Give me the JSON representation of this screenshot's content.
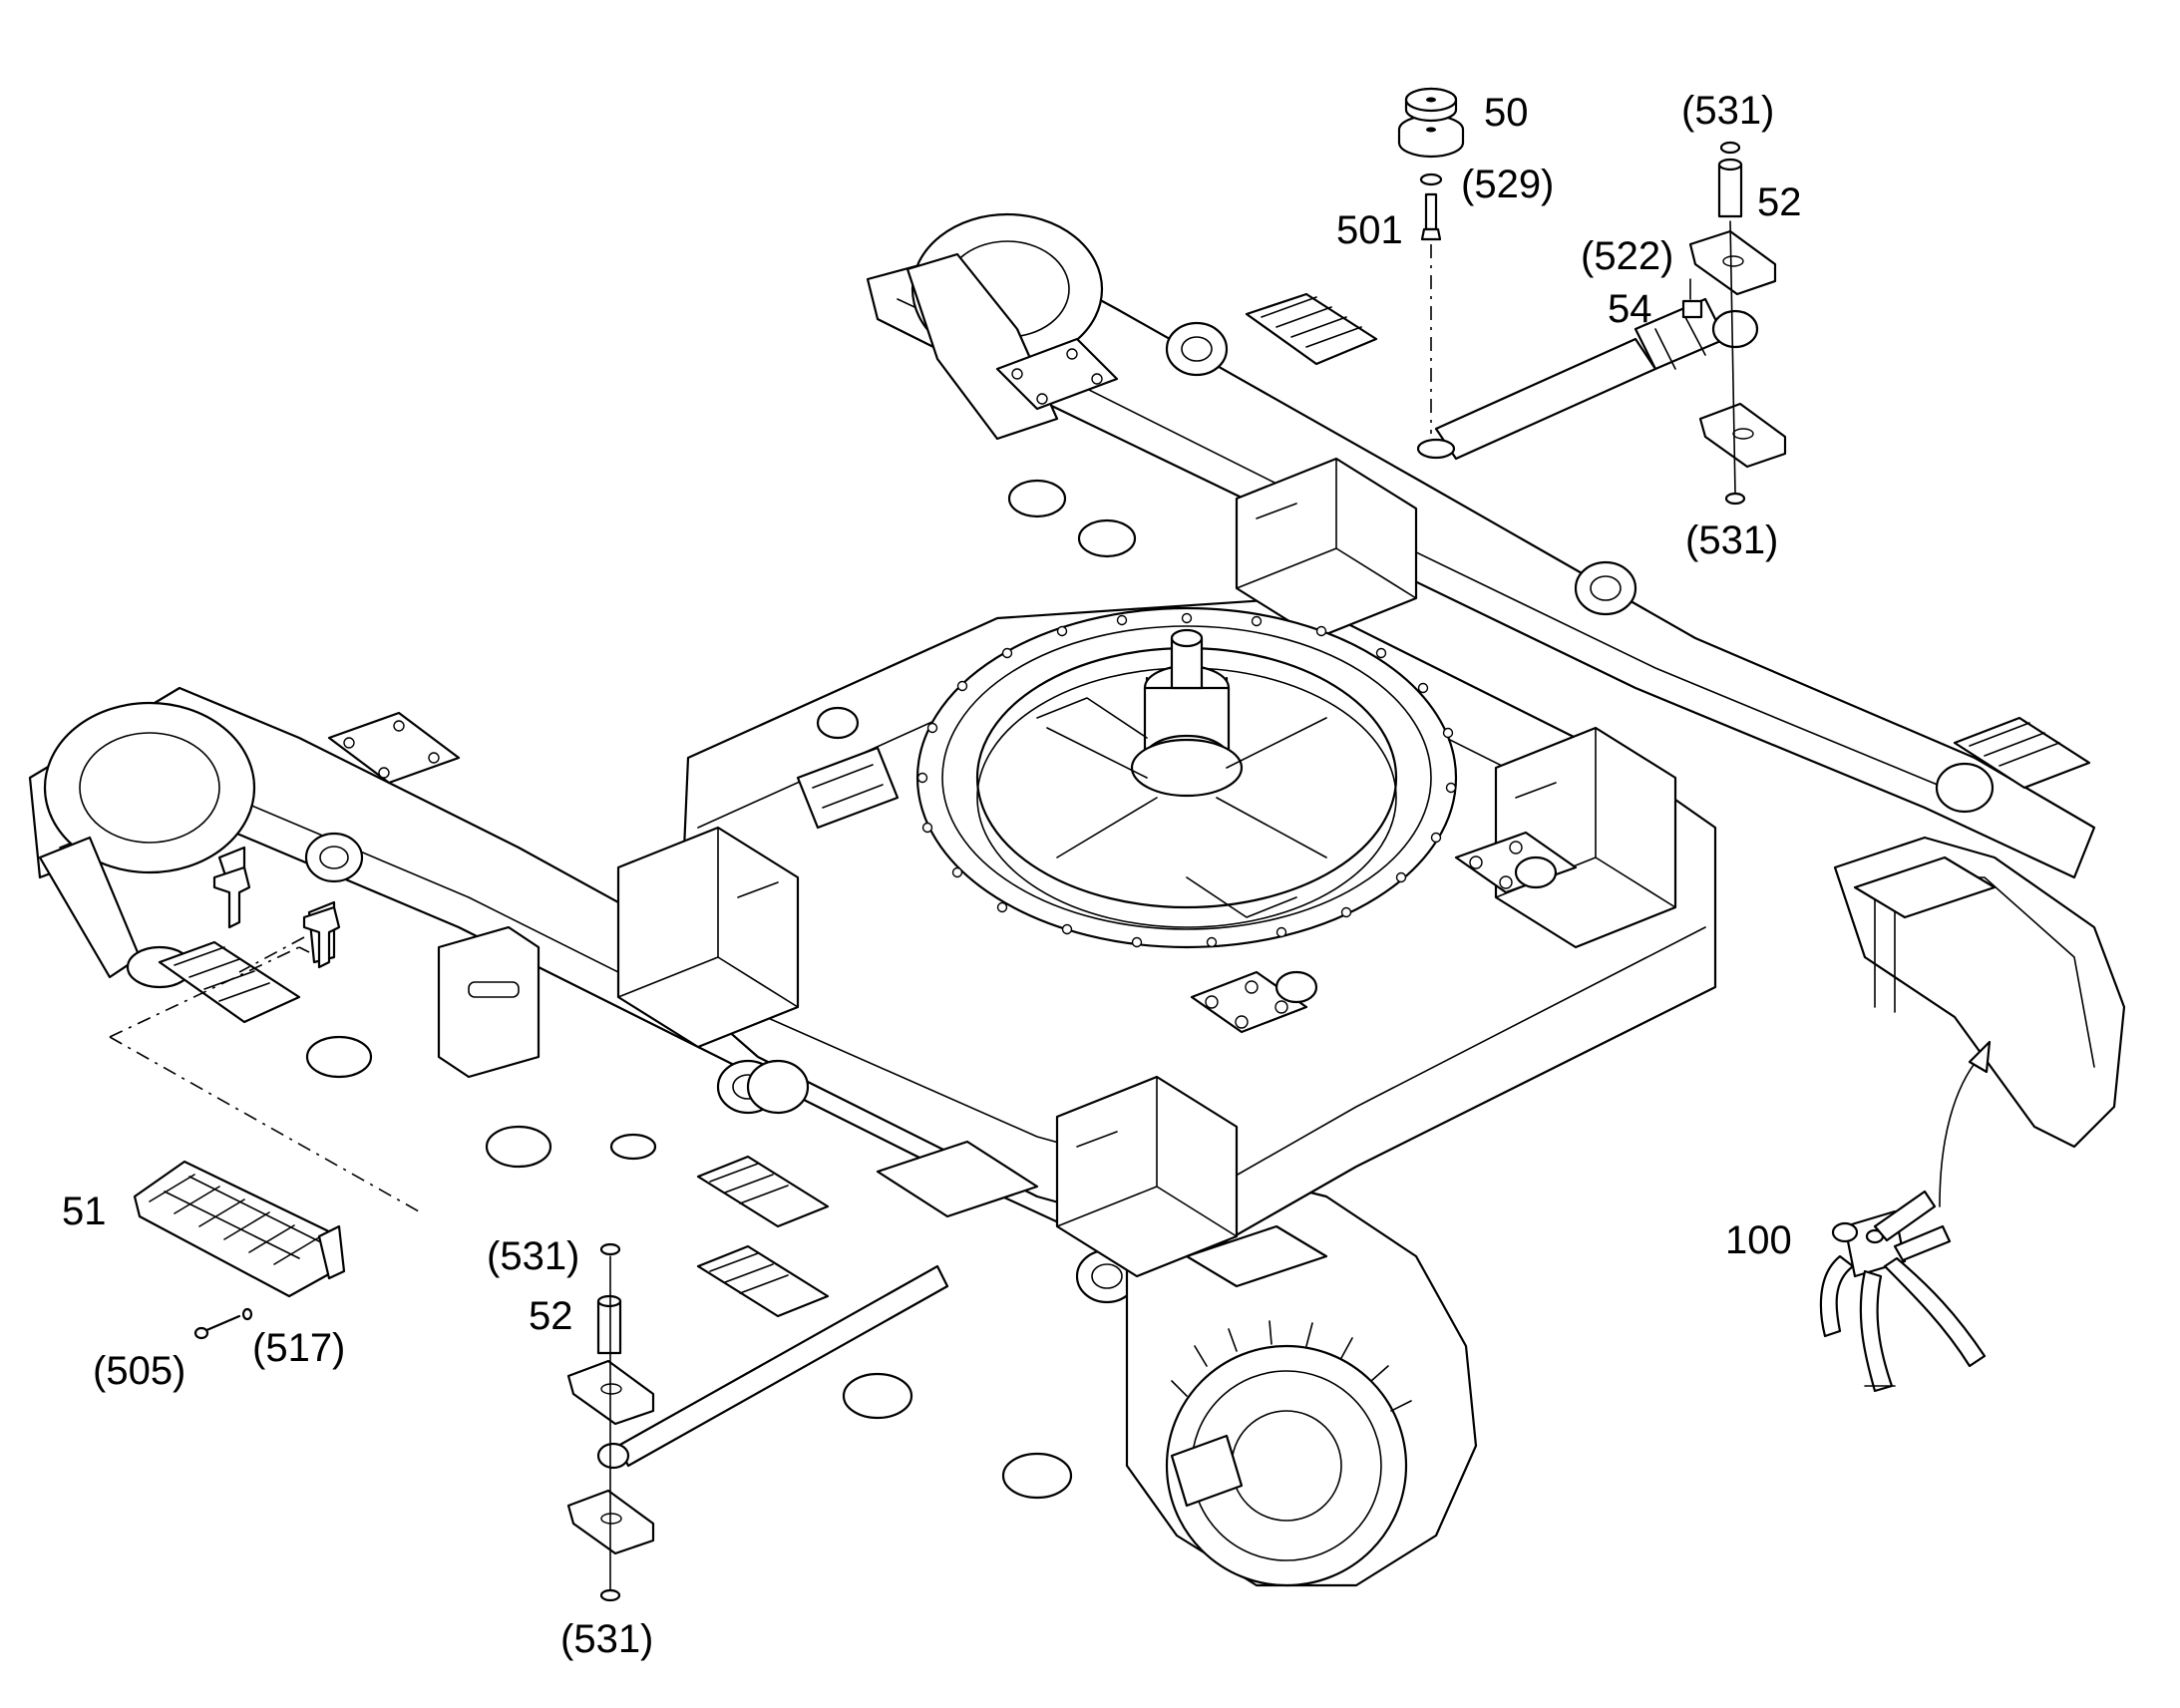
{
  "colors": {
    "ink": "#000000",
    "paper": "#ffffff"
  },
  "callouts": {
    "c50": "50",
    "c529": "(529)",
    "c501": "501",
    "c531_top": "(531)",
    "c52_top": "52",
    "c522": "(522)",
    "c54": "54",
    "c531_right": "(531)",
    "c51": "51",
    "c505": "(505)",
    "c517": "(517)",
    "c531_left": "(531)",
    "c52_left": "52",
    "c531_bottom": "(531)",
    "c100": "100"
  }
}
